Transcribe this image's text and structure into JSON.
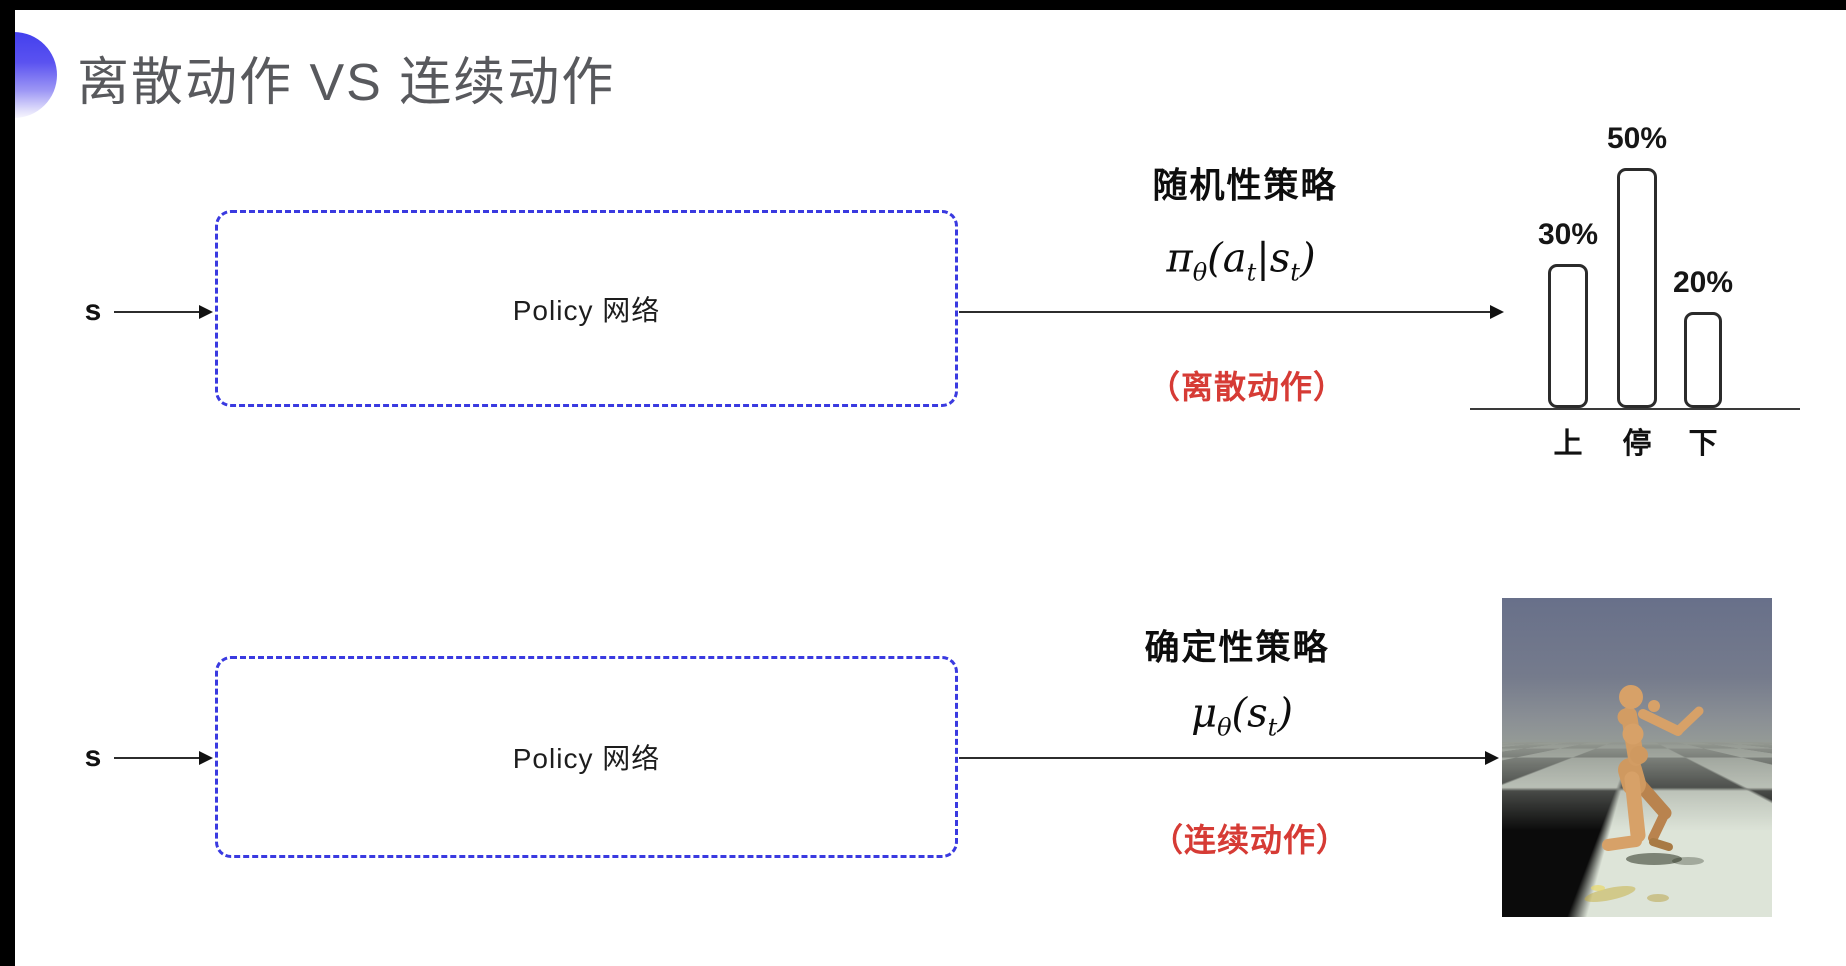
{
  "title": {
    "text": "离散动作 VS 连续动作"
  },
  "rows": [
    {
      "input": "s",
      "box": "Policy 网络",
      "policy_name": "随机性策略",
      "formula": "π_θ(a_t|s_t)",
      "annotation": "（离散动作）"
    },
    {
      "input": "s",
      "box": "Policy 网络",
      "policy_name": "确定性策略",
      "formula": "μ_θ(s_t)",
      "annotation": "（连续动作）"
    }
  ],
  "chart_data": {
    "type": "bar",
    "categories": [
      "上",
      "停",
      "下"
    ],
    "values": [
      30,
      50,
      20
    ],
    "data_labels": [
      "30%",
      "50%",
      "20%"
    ],
    "title": "",
    "xlabel": "",
    "ylabel": "",
    "ylim": [
      0,
      60
    ],
    "grid": false,
    "legend": false,
    "bar_style": "outlined white bars with rounded corners above a baseline axis"
  },
  "media": {
    "humanoid_image": "mujoco-humanoid-on-checkerboard-floor"
  },
  "colors": {
    "accent_blue": "#3a3ae0",
    "annotation_red": "#d63b35",
    "title_gray": "#58595d",
    "ink": "#111111"
  }
}
